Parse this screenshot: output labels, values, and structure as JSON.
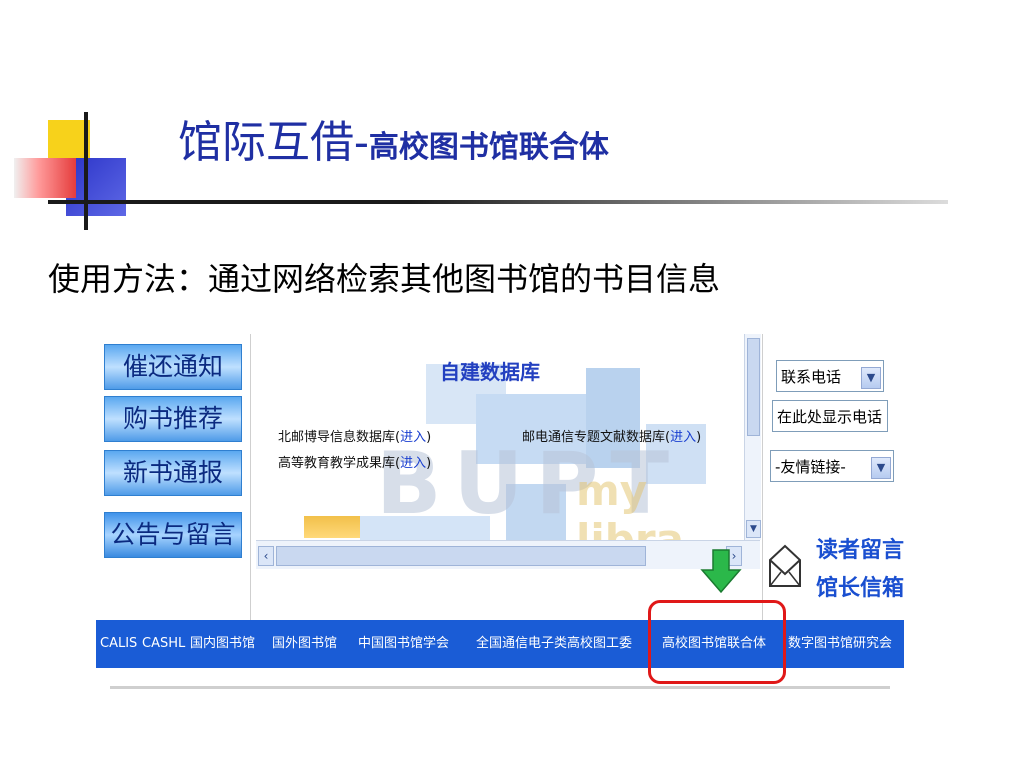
{
  "slide": {
    "title_part1": "馆际互借-",
    "title_part2": "高校图书馆联合体",
    "subtitle": "使用方法：通过网络检索其他图书馆的书目信息"
  },
  "left_buttons": [
    "催还通知",
    "购书推荐",
    "新书通报",
    "公告与留言"
  ],
  "middle": {
    "heading": "自建数据库",
    "background_text": [
      "BUPT",
      "my libra"
    ],
    "databases": [
      {
        "name": "北邮博导信息数据库",
        "link": "进入"
      },
      {
        "name": "邮电通信专题文献数据库",
        "link": "进入"
      },
      {
        "name": "高等教育教学成果库",
        "link": "进入"
      }
    ],
    "paren_open": "(",
    "paren_close": ")"
  },
  "right": {
    "contact_select": "联系电话",
    "phone_display": "在此处显示电话",
    "links_select": "-友情链接-",
    "reader_message": "读者留言",
    "director_mailbox": "馆长信箱"
  },
  "navbar": [
    "CALIS",
    "CASHL",
    "国内图书馆",
    "国外图书馆",
    "中国图书馆学会",
    "全国通信电子类高校图工委",
    "高校图书馆联合体",
    "数字图书馆研究会"
  ],
  "colors": {
    "title_blue": "#1f2fa3",
    "nav_blue": "#1a5cd6",
    "highlight_red": "#e01818",
    "arrow_green": "#2bb84a"
  },
  "icons": [
    "envelope-icon",
    "green-down-arrow-icon",
    "chevron-down-icon"
  ]
}
